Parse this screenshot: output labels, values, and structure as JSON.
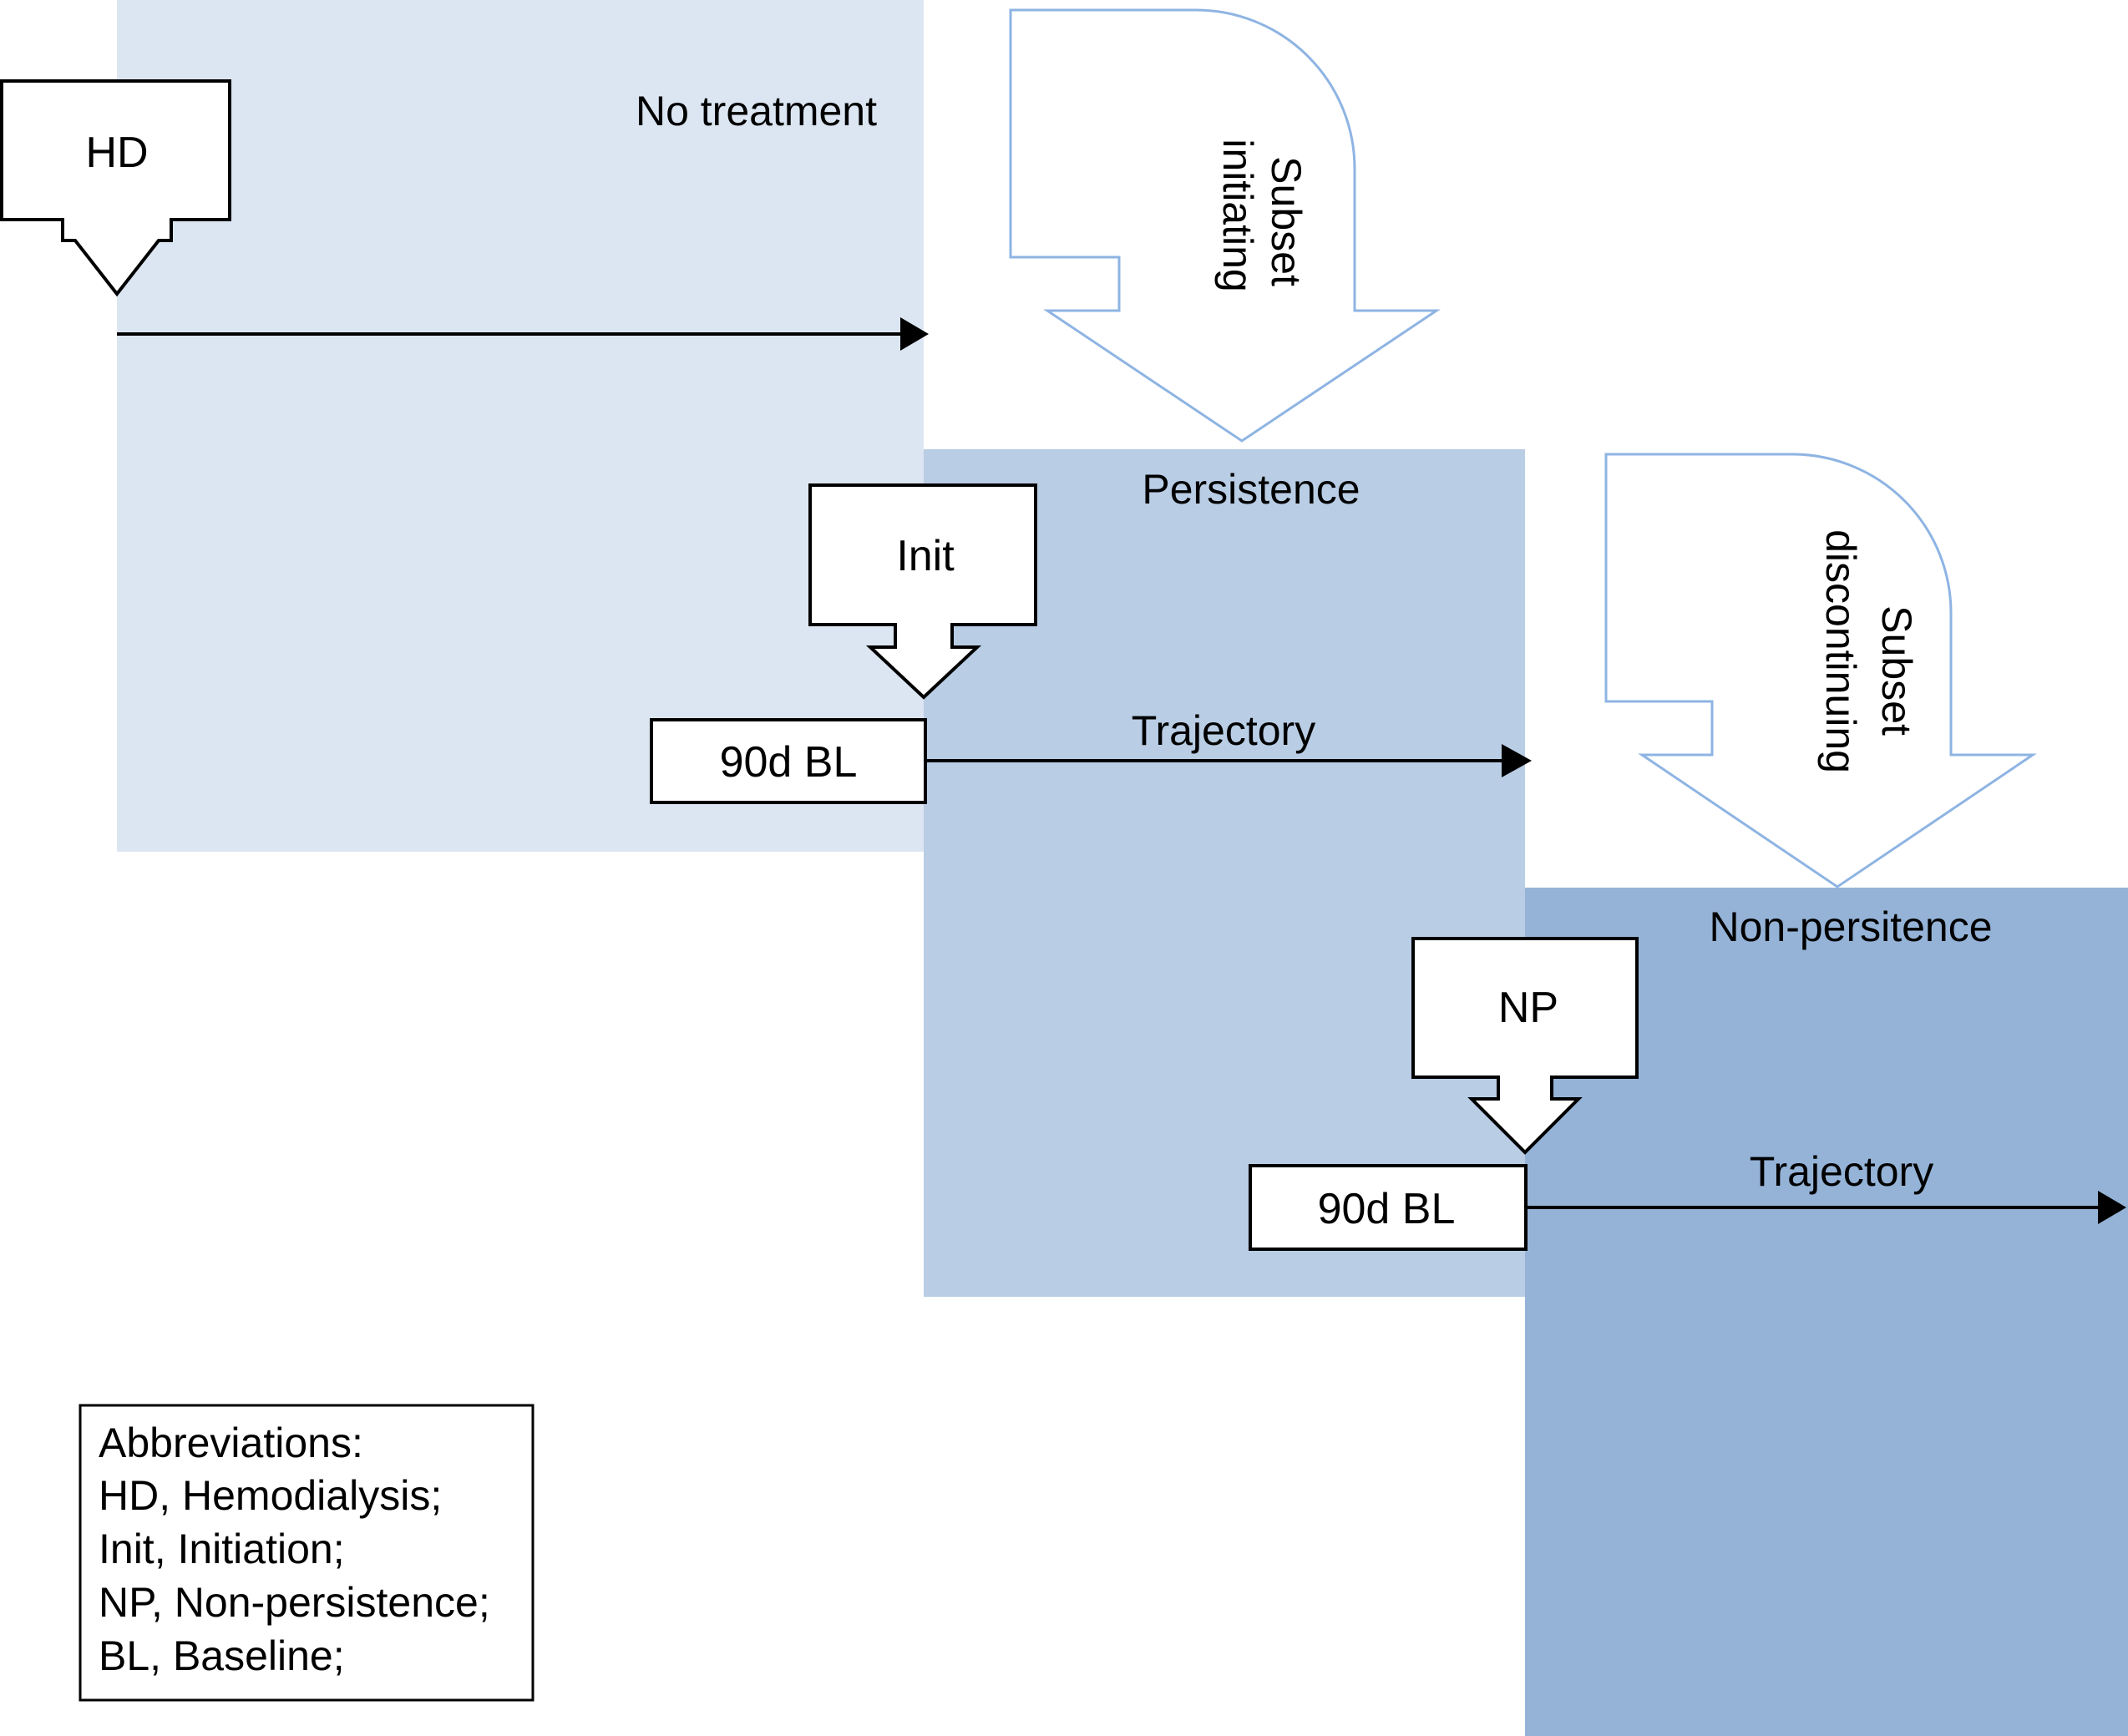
{
  "zones": {
    "no_treatment": {
      "label": "No treatment",
      "color": "#dce6f2"
    },
    "persistence": {
      "label": "Persistence",
      "color": "#b9cde5"
    },
    "non_persistence": {
      "label": "Non-persitence",
      "color": "#95b3d7"
    }
  },
  "callouts": {
    "hd": "HD",
    "init": "Init",
    "np": "NP"
  },
  "baseline_boxes": {
    "first": "90d BL",
    "second": "90d BL"
  },
  "trajectories": {
    "first": "Trajectory",
    "second": "Trajectory"
  },
  "transitions": {
    "subset_initiating": {
      "line1": "Subset",
      "line2": "initiating"
    },
    "subset_discontinuing": {
      "line1": "Subset",
      "line2": "discontinuing"
    },
    "outline_color": "#8eb4e3"
  },
  "legend": {
    "title": "Abbreviations:",
    "items": [
      "HD, Hemodialysis;",
      "Init, Initiation;",
      "NP, Non-persistence;",
      "BL, Baseline;"
    ]
  }
}
